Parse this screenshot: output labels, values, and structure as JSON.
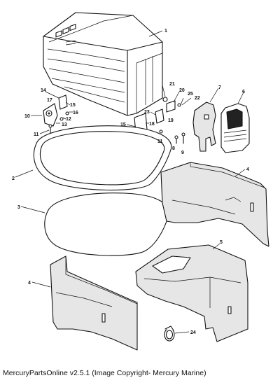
{
  "caption": "MercuryPartsOnline v2.5.1 (Image Copyright- Mercury Marine)",
  "callouts": {
    "c1": "1",
    "c2": "2",
    "c3": "3",
    "c4a": "4",
    "c4b": "4",
    "c5": "5",
    "c6": "6",
    "c7": "7",
    "c8": "8",
    "c9": "9",
    "c10": "10",
    "c11a": "11",
    "c11b": "11",
    "c12": "12",
    "c13": "13",
    "c14": "14",
    "c15a": "15",
    "c15b": "15",
    "c16": "16",
    "c17": "17",
    "c18": "18",
    "c19": "19",
    "c20": "20",
    "c21": "21",
    "c22": "22",
    "c23": "23",
    "c24": "24",
    "c25": "25"
  }
}
